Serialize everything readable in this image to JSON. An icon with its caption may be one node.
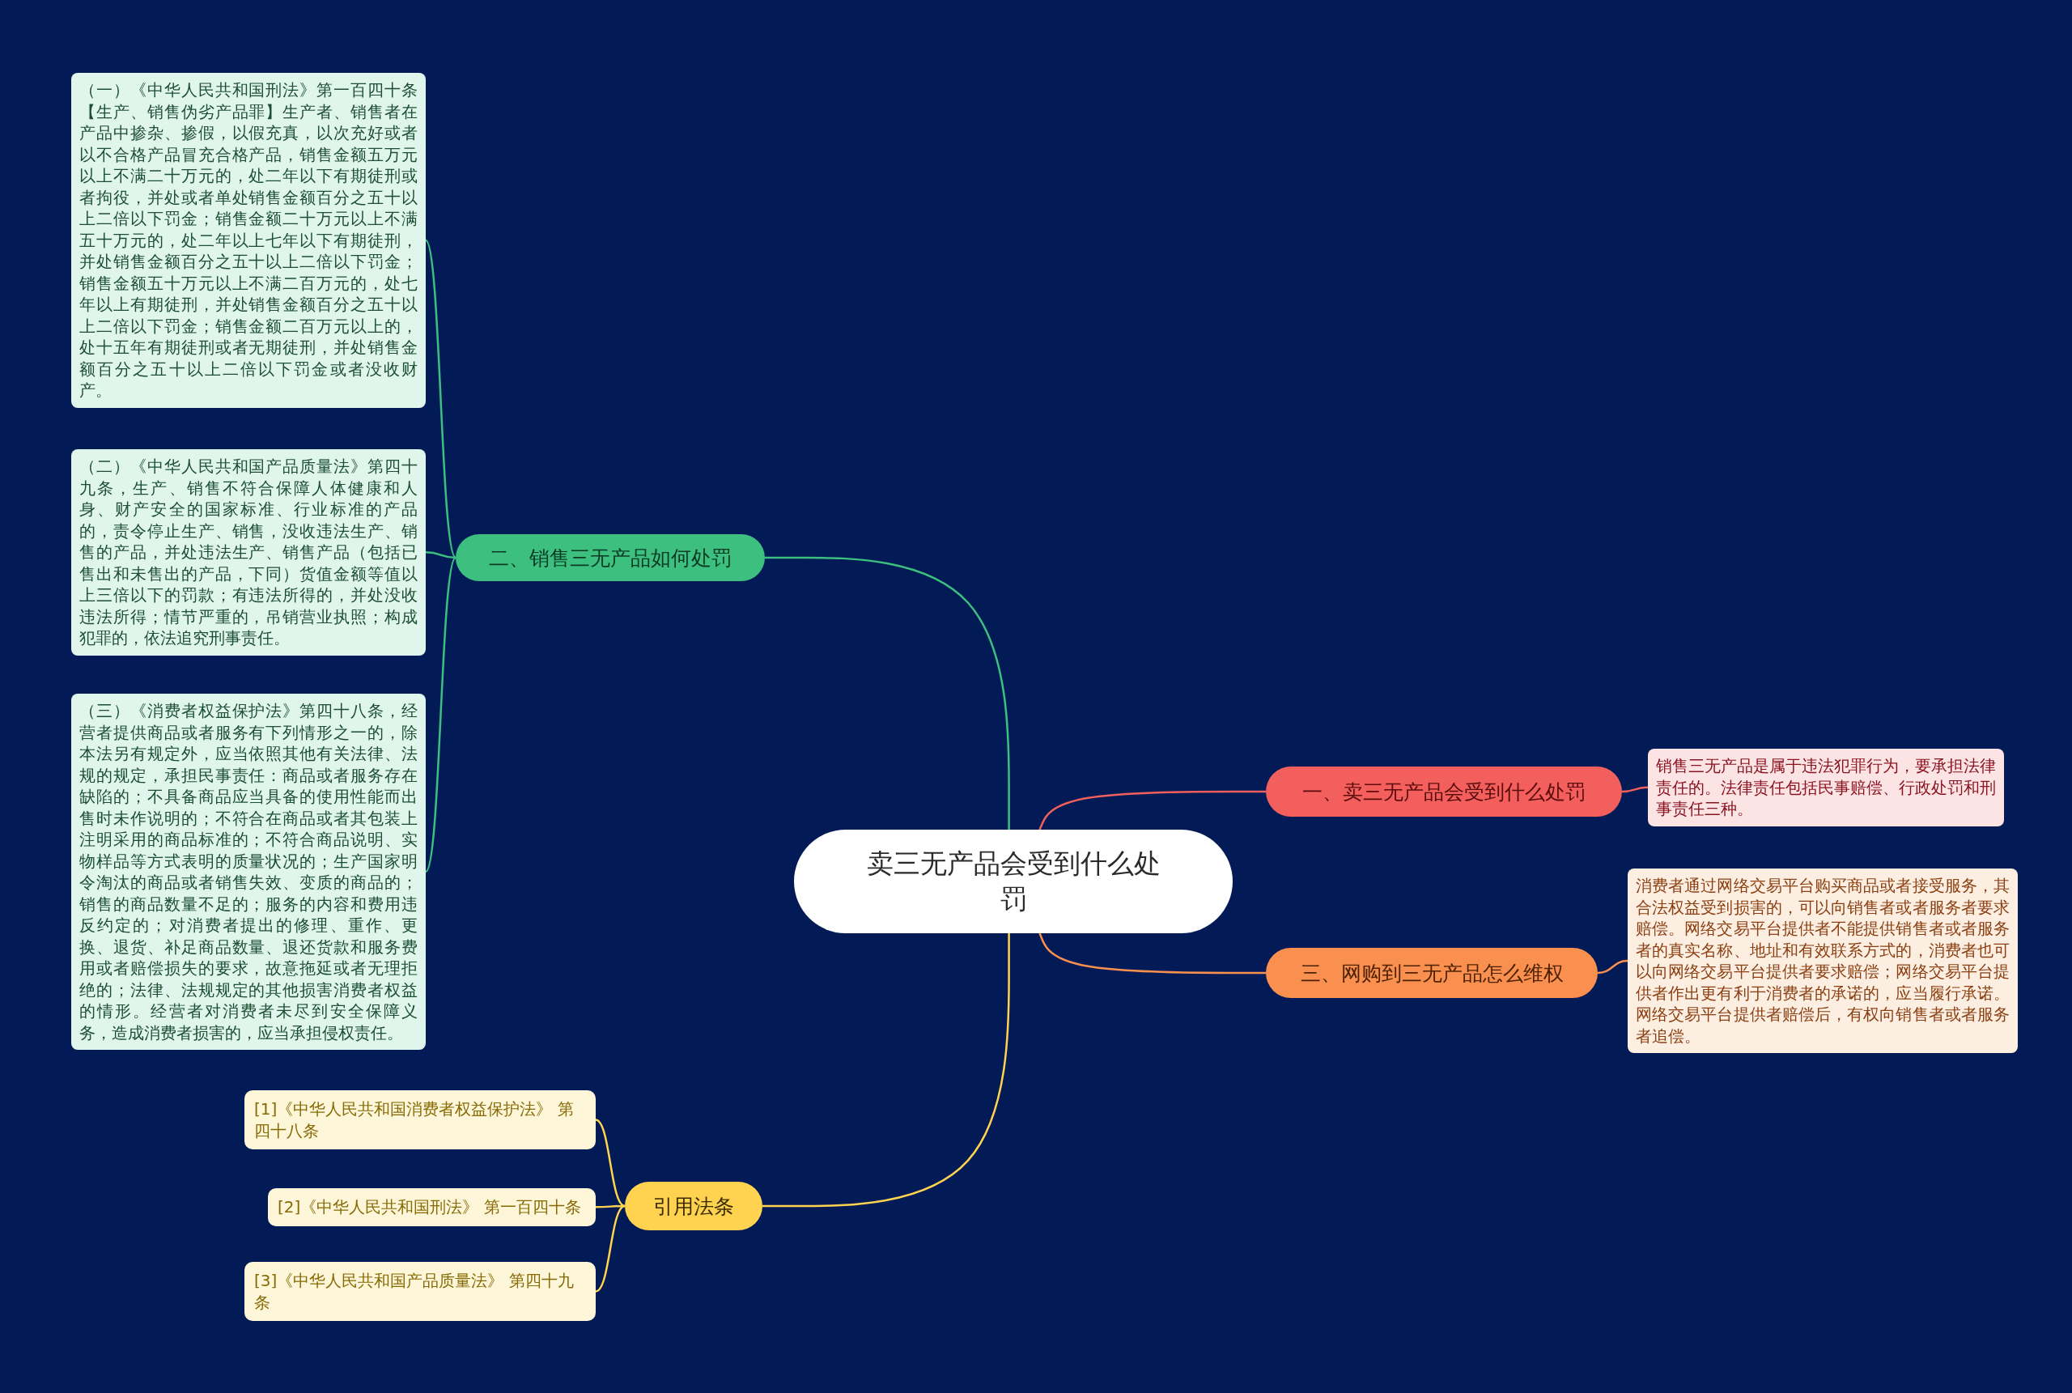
{
  "diagram": {
    "nodes": [
      {
        "text": [
          "卖三无产品会受到什么处罚"
        ]
      },
      {
        "text": [
          "一、卖三无产品会受到什么处罚"
        ]
      },
      {
        "text": [
          "销售三无产品是属于违法犯罪行为，要承担法律责任的。法律责任包括民事赔偿、行政处罚和刑事责任三种。"
        ]
      },
      {
        "text": [
          "三、网购到三无产品怎么维权"
        ]
      },
      {
        "text": [
          "消费者通过网络交易平台购买商品或者接受服务，其合法权益受到损害的，可以向销售者或者服务者要求赔偿。网络交易平台提供者不能提供销售者或者服务者的真实名称、地址和有效联系方式的，消费者也可以向网络交易平台提供者要求赔偿；网络交易平台提供者作出更有利于消费者的承诺的，应当履行承诺。网络交易平台提供者赔偿后，有权向销售者或者服务者追偿。"
        ]
      },
      {
        "text": [
          "二、销售三无产品如何处罚"
        ]
      },
      {
        "text": [
          "（一）《中华人民共和国刑法》第一百四十条【生产、销售伪劣产品罪】生产者、销售者在产品中掺杂、掺假，以假充真，以次充好或者以不合格产品冒充合格产品，销售金额五万元以上不满二十万元的，处二年以下有期徒刑或者拘役，并处或者单处销售金额百分之五十以上二倍以下罚金；销售金额二十万元以上不满五十万元的，处二年以上七年以下有期徒刑，并处销售金额百分之五十以上二倍以下罚金；销售金额五十万元以上不满二百万元的，处七年以上有期徒刑，并处销售金额百分之五十以上二倍以下罚金；销售金额二百万元以上的，处十五年有期徒刑或者无期徒刑，并处销售金额百分之五十以上二倍以下罚金或者没收财产。"
        ]
      },
      {
        "text": [
          "（二）《中华人民共和国产品质量法》第四十九条，生产、销售不符合保障人体健康和人身、财产安全的国家标准、行业标准的产品的，责令停止生产、销售，没收违法生产、销售的产品，并处违法生产、销售产品（包括已售出和未售出的产品，下同）货值金额等值以上三倍以下的罚款；有违法所得的，并处没收违法所得；情节严重的，吊销营业执照；构成犯罪的，依法追究刑事责任。"
        ]
      },
      {
        "text": [
          "（三）《消费者权益保护法》第四十八条，经营者提供商品或者服务有下列情形之一的，除本法另有规定外，应当依照其他有关法律、法规的规定，承担民事责任：商品或者服务存在缺陷的；不具备商品应当具备的使用性能而出售时未作说明的；不符合在商品或者其包装上注明采用的商品标准的；不符合商品说明、实物样品等方式表明的质量状况的；生产国家明令淘汰的商品或者销售失效、变质的商品的；销售的商品数量不足的；服务的内容和费用违反约定的；对消费者提出的修理、重作、更换、退货、补足商品数量、退还货款和服务费用或者赔偿损失的要求，故意拖延或者无理拒绝的；法律、法规规定的其他损害消费者权益的情形。经营者对消费者未尽到安全保障义务，造成消费者损害的，应当承担侵权责任。"
        ]
      },
      {
        "text": [
          "引用法条"
        ]
      },
      {
        "text": [
          "[1]《中华人民共和国消费者权益保护法》 第四十八条"
        ]
      },
      {
        "text": [
          "[2]《中华人民共和国刑法》 第一百四十条"
        ]
      },
      {
        "text": [
          "[3]《中华人民共和国产品质量法》 第四十九条"
        ]
      }
    ],
    "edges": [
      {
        "from": 0,
        "to": 1,
        "arrow": "none",
        "color": "#f25f5c"
      },
      {
        "from": 1,
        "to": 2,
        "arrow": "none",
        "color": "#f25f5c"
      },
      {
        "from": 0,
        "to": 3,
        "arrow": "none",
        "color": "#f9904f"
      },
      {
        "from": 3,
        "to": 4,
        "arrow": "none",
        "color": "#f9904f"
      },
      {
        "from": 0,
        "to": 5,
        "arrow": "none",
        "color": "#3dbf80"
      },
      {
        "from": 5,
        "to": 6,
        "arrow": "none",
        "color": "#3dbf80"
      },
      {
        "from": 5,
        "to": 7,
        "arrow": "none",
        "color": "#3dbf80"
      },
      {
        "from": 5,
        "to": 8,
        "arrow": "none",
        "color": "#3dbf80"
      },
      {
        "from": 0,
        "to": 9,
        "arrow": "none",
        "color": "#ffd34f"
      },
      {
        "from": 9,
        "to": 10,
        "arrow": "none",
        "color": "#ffd34f"
      },
      {
        "from": 9,
        "to": 11,
        "arrow": "none",
        "color": "#ffd34f"
      },
      {
        "from": 9,
        "to": 12,
        "arrow": "none",
        "color": "#ffd34f"
      }
    ]
  }
}
